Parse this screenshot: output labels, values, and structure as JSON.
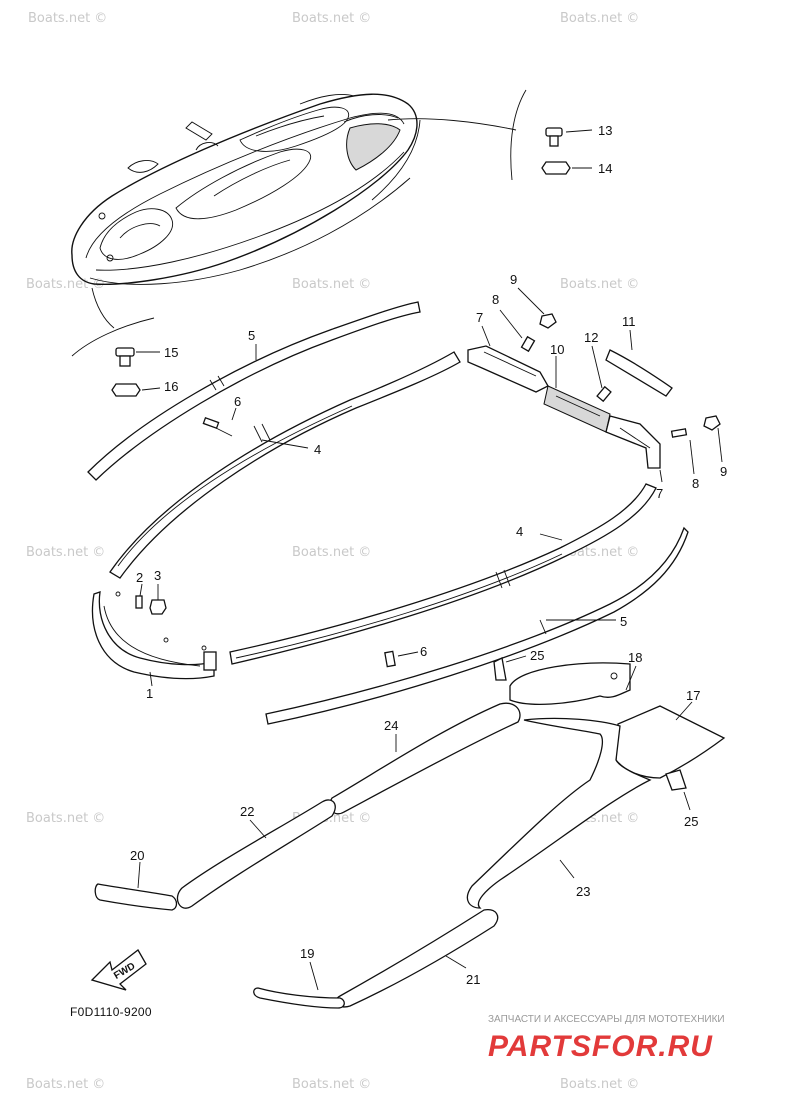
{
  "diagram_code": "F0D1110-9200",
  "fwd_label": "FWD",
  "shop": {
    "tagline": "ЗАПЧАСТИ И АКСЕССУАРЫ ДЛЯ МОТОТЕХНИКИ",
    "logo": "PARTSFOR.RU",
    "logo_color": "#e23a3a"
  },
  "watermark": "Boats.net ©",
  "callouts": {
    "n1": "1",
    "n2": "2",
    "n3": "3",
    "n4a": "4",
    "n4b": "4",
    "n5a": "5",
    "n5b": "5",
    "n6a": "6",
    "n6b": "6",
    "n7a": "7",
    "n7b": "7",
    "n8a": "8",
    "n8b": "8",
    "n9a": "9",
    "n9b": "9",
    "n10": "10",
    "n11": "11",
    "n12": "12",
    "n13": "13",
    "n14": "14",
    "n15": "15",
    "n16": "16",
    "n17": "17",
    "n18": "18",
    "n19": "19",
    "n20": "20",
    "n21": "21",
    "n22": "22",
    "n23": "23",
    "n24": "24",
    "n25a": "25",
    "n25b": "25"
  }
}
